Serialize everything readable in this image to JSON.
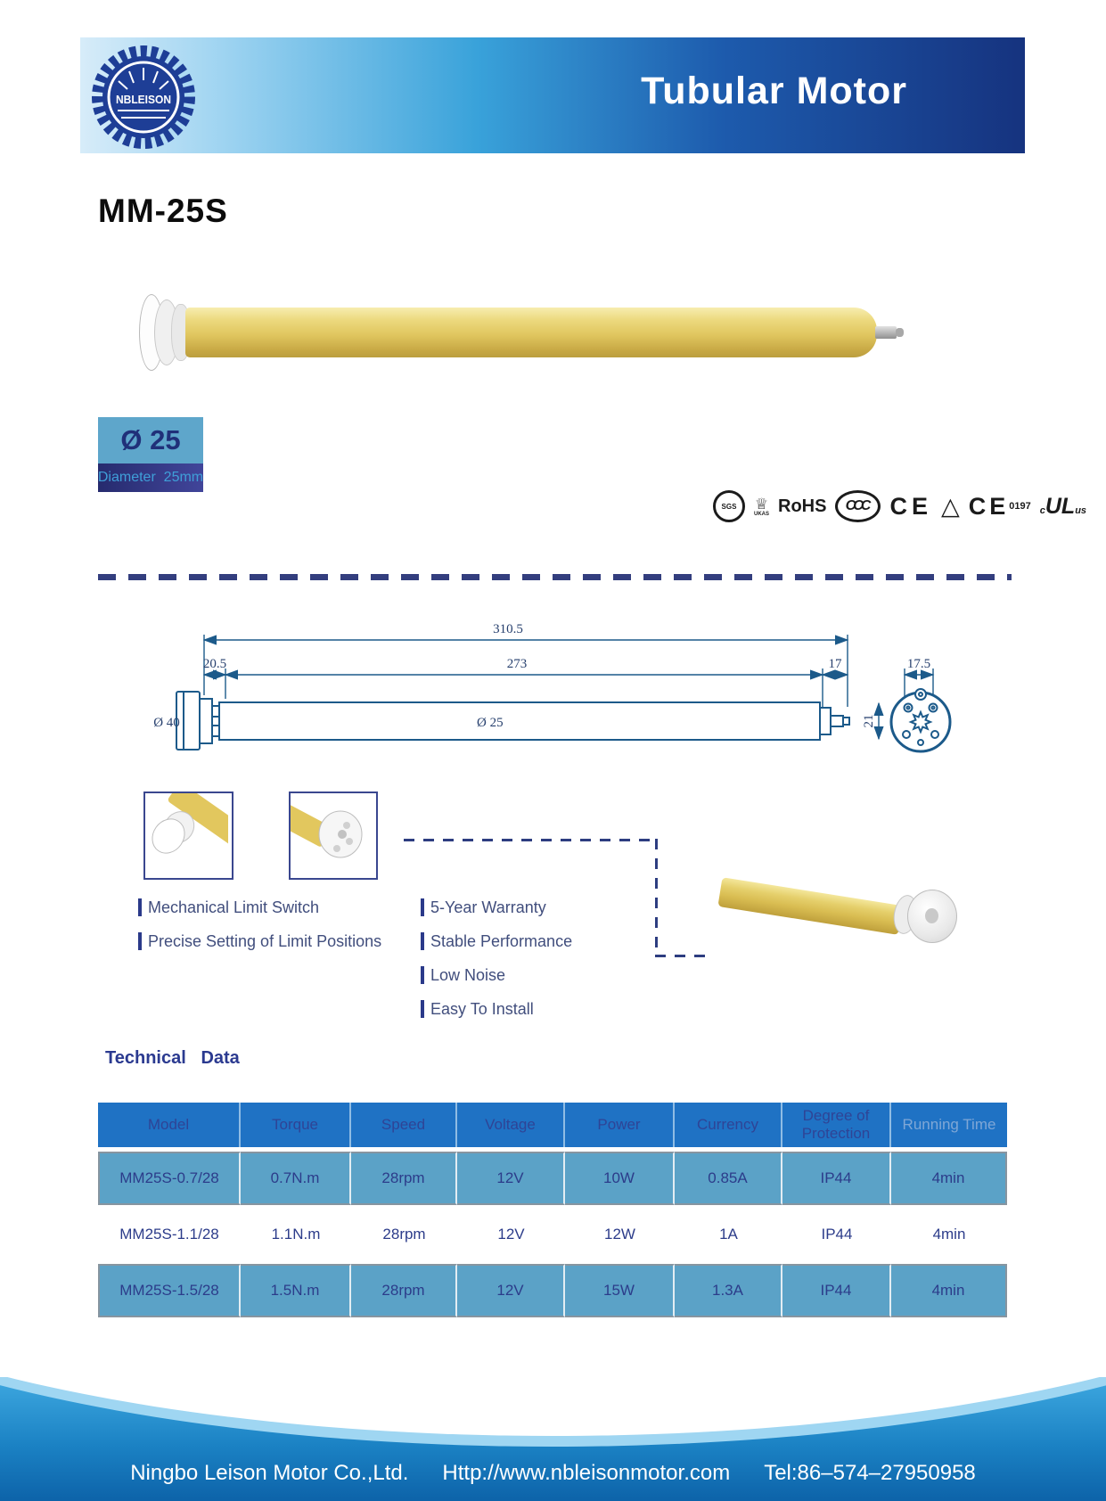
{
  "header": {
    "brand": "NBLEISON",
    "title": "Tubular Motor"
  },
  "model_title": "MM-25S",
  "badge": {
    "value": "Ø 25",
    "label": "Diameter  25mm"
  },
  "certs": {
    "sgs": "SGS",
    "ukas_crown": "♕",
    "ukas": "UKAS",
    "rohs": "RoHS",
    "ccc": "CCC",
    "ce": "CE",
    "tuv": "△",
    "ce2": "CE",
    "ce2_code": "0197",
    "ul_c": "c",
    "ul": "UL",
    "ul_us": "us"
  },
  "drawing": {
    "total": "310.5",
    "body": "273",
    "head": "20.5",
    "shaft": "17",
    "end_w": "17.5",
    "end_h": "21",
    "dia_head": "Ø 40",
    "dia_tube": "Ø 25"
  },
  "features": {
    "left": [
      "Mechanical Limit Switch",
      "Precise Setting of Limit Positions"
    ],
    "right": [
      "5-Year Warranty",
      "Stable Performance",
      "Low Noise",
      "Easy To Install"
    ]
  },
  "tech_heading": "Technical   Data",
  "table": {
    "columns": [
      "Model",
      "Torque",
      "Speed",
      "Voltage",
      "Power",
      "Currency",
      "Degree of Protection",
      "Running Time"
    ],
    "rows": [
      [
        "MM25S-0.7/28",
        "0.7N.m",
        "28rpm",
        "12V",
        "10W",
        "0.85A",
        "IP44",
        "4min"
      ],
      [
        "MM25S-1.1/28",
        "1.1N.m",
        "28rpm",
        "12V",
        "12W",
        "1A",
        "IP44",
        "4min"
      ],
      [
        "MM25S-1.5/28",
        "1.5N.m",
        "28rpm",
        "12V",
        "15W",
        "1.3A",
        "IP44",
        "4min"
      ]
    ]
  },
  "footer": {
    "company": "Ningbo Leison Motor Co.,Ltd.",
    "url": "Http://www.nbleisonmotor.com",
    "tel": "Tel:86–574–27950958"
  }
}
